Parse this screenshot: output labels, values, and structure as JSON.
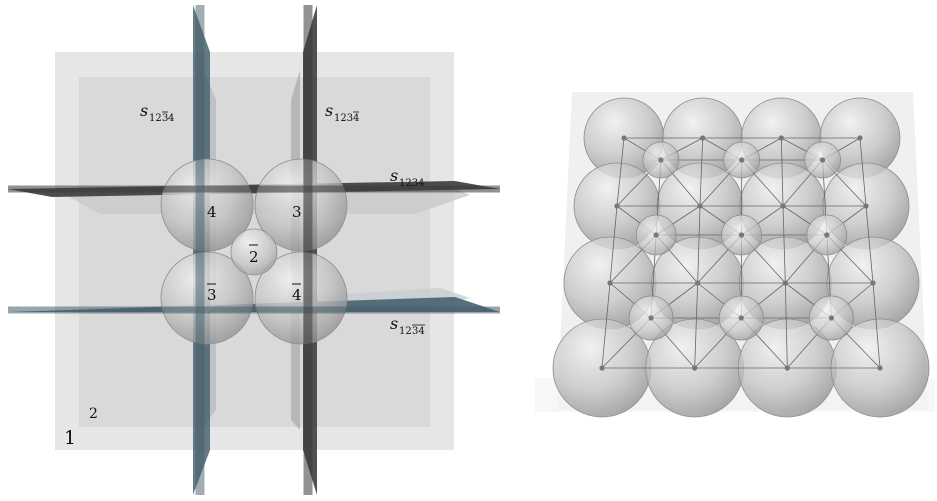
{
  "left_figure": {
    "regions": {
      "outer": "1",
      "inner": "2"
    },
    "sphere_labels": {
      "s4": "4",
      "s3": "3",
      "s2bar": "2",
      "s3bar": "3",
      "s4bar": "4"
    },
    "plane_labels": {
      "p1": {
        "base": "s",
        "sub": "12",
        "bar": "3",
        "tail": "4"
      },
      "p2": {
        "base": "s",
        "sub": "123",
        "bar": "4",
        "tail": ""
      },
      "p3": {
        "base": "s",
        "sub": "1234",
        "bar": "",
        "tail": ""
      },
      "p4": {
        "base": "s",
        "sub": "12",
        "bar": "34",
        "tail": ""
      }
    }
  },
  "right_figure": {
    "large_spheres": {
      "rows": 4,
      "cols": 4
    },
    "small_spheres": {
      "rows": 3,
      "cols": 3
    }
  },
  "colors": {
    "region_outer": "#e6e6e6",
    "region_inner": "#d9d9d9",
    "plane_dark": "#3f3f3f",
    "plane_blue": "#4a6470",
    "sphere": "#bfbfbf",
    "lattice_line": "#666666"
  }
}
